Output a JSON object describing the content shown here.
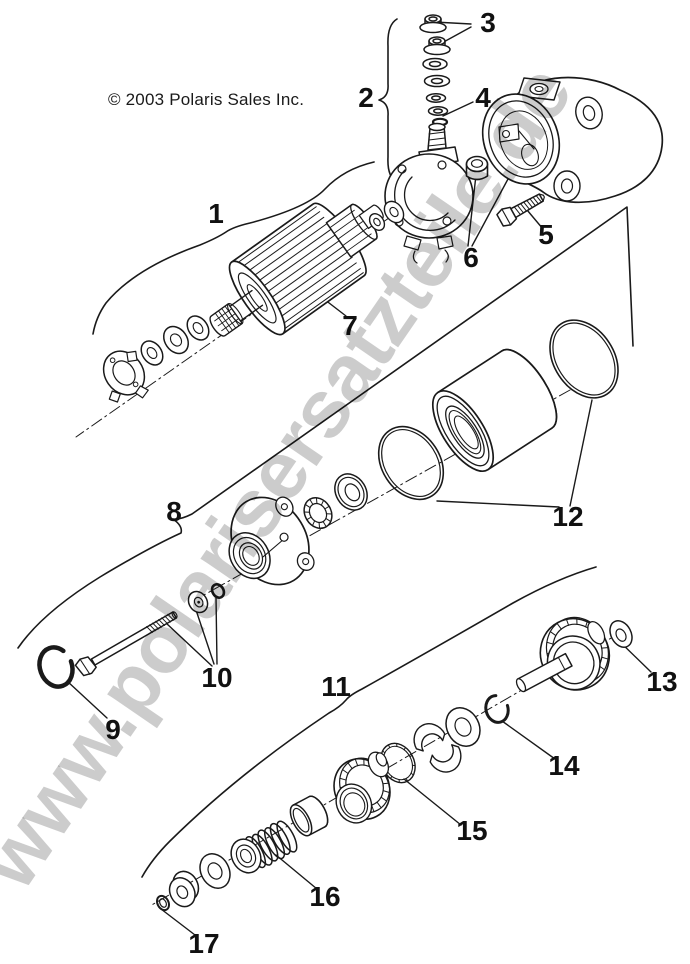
{
  "copyright": "© 2003 Polaris Sales Inc.",
  "watermark": "www.polarisersatzteile.de",
  "colors": {
    "line": "#1a1a1a",
    "background": "#ffffff",
    "label": "#111111",
    "watermark": "rgba(0,0,0,0.20)"
  },
  "parts": [
    {
      "number": "1",
      "name": "armature-assembly-group"
    },
    {
      "number": "2",
      "name": "terminal-hardware-stack-group"
    },
    {
      "number": "3",
      "name": "terminal-nuts"
    },
    {
      "number": "4",
      "name": "terminal-o-ring"
    },
    {
      "number": "5",
      "name": "housing-bolt"
    },
    {
      "number": "6",
      "name": "bushing-and-brush-plate"
    },
    {
      "number": "7",
      "name": "armature"
    },
    {
      "number": "8",
      "name": "drive-end-housing-group"
    },
    {
      "number": "9",
      "name": "snap-ring"
    },
    {
      "number": "10",
      "name": "through-bolt-washer-o-ring"
    },
    {
      "number": "11",
      "name": "starter-drive-group"
    },
    {
      "number": "12",
      "name": "housing-o-rings"
    },
    {
      "number": "13",
      "name": "gear-washer"
    },
    {
      "number": "14",
      "name": "retaining-ring"
    },
    {
      "number": "15",
      "name": "lock-ring"
    },
    {
      "number": "16",
      "name": "drive-spring"
    },
    {
      "number": "17",
      "name": "small-ring"
    }
  ]
}
